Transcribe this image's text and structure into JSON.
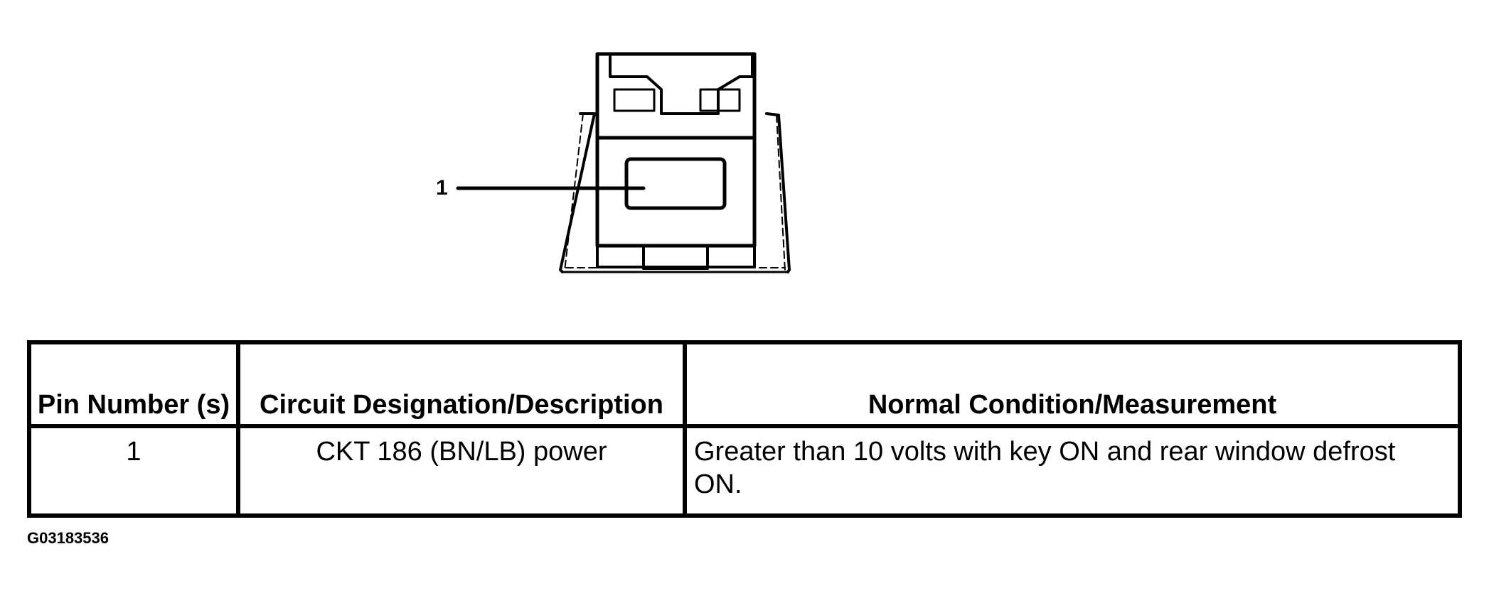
{
  "diagram": {
    "callout_label": "1",
    "figure_id": "G03183536"
  },
  "table": {
    "headers": [
      "Pin Number (s)",
      "Circuit Designation/Description",
      "Normal Condition/Measurement"
    ],
    "rows": [
      {
        "pin": "1",
        "circuit": "CKT 186 (BN/LB) power",
        "condition": "Greater than 10 volts with key ON and rear window defrost ON."
      }
    ]
  }
}
